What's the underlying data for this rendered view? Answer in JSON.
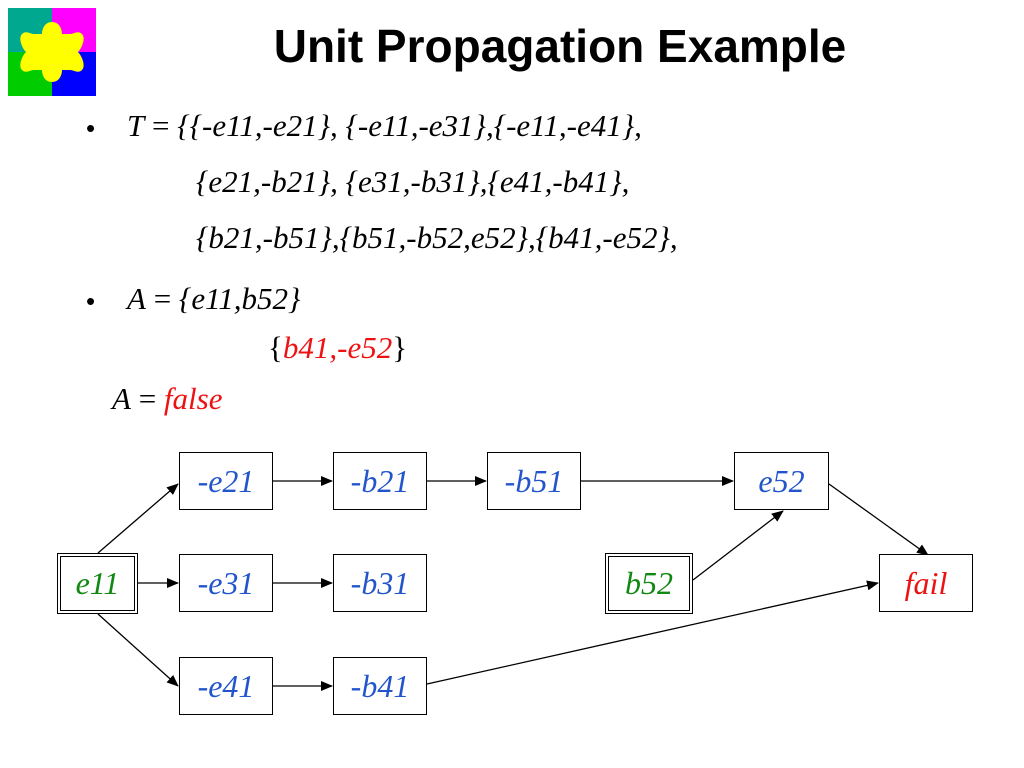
{
  "title": "Unit Propagation Example",
  "bullets": {
    "symbol": "•",
    "t_var": "T",
    "t_eq": " = ",
    "t_line1": "{{-e11,-e21}, {-e11,-e31},{-e11,-e41},",
    "t_line2": "{e21,-b21}, {e31,-b31},{e41,-b41},",
    "t_line3": "{b21,-b51},{b51,-b52,e52},{b41,-e52},",
    "a_var": "A",
    "a_eq": " = ",
    "a_value": "{e11,b52}",
    "clause_open": "{",
    "clause_body": "b41,-e52",
    "clause_close": "}",
    "result_var": "A",
    "result_eq": " = ",
    "result_value": "false"
  },
  "graph": {
    "nodes": {
      "e11": "e11",
      "e21": "-e21",
      "e31": "-e31",
      "e41": "-e41",
      "b21": "-b21",
      "b31": "-b31",
      "b41": "-b41",
      "b51": "-b51",
      "e52": "e52",
      "b52": "b52",
      "fail": "fail"
    },
    "colors": {
      "literal": "#2255cc",
      "decision": "#118811",
      "conflict": "#ee1111"
    }
  },
  "logo": {
    "name": "puzzle-logo",
    "colors": [
      "#00a88f",
      "#ff00ff",
      "#00cc00",
      "#0000ff",
      "#ffff00"
    ]
  }
}
